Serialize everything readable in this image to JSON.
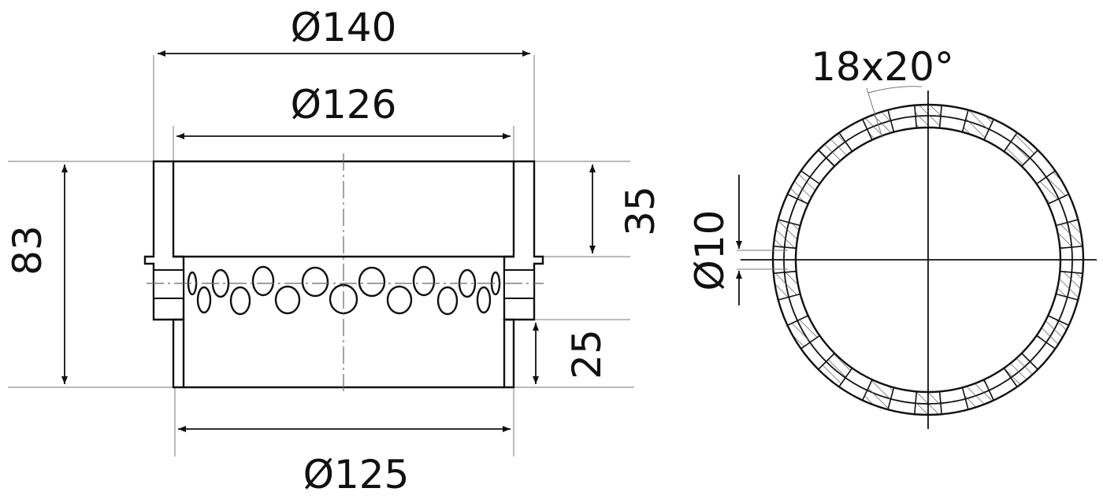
{
  "dimensions": {
    "outer_diameter": "Ø140",
    "inner_diameter": "Ø126",
    "bottom_diameter": "Ø125",
    "total_height": "83",
    "top_height": "35",
    "bottom_height": "25",
    "hole_diameter": "Ø10",
    "hole_pattern": "18x20°"
  },
  "colors": {
    "line": "#111111",
    "background": "#ffffff"
  }
}
